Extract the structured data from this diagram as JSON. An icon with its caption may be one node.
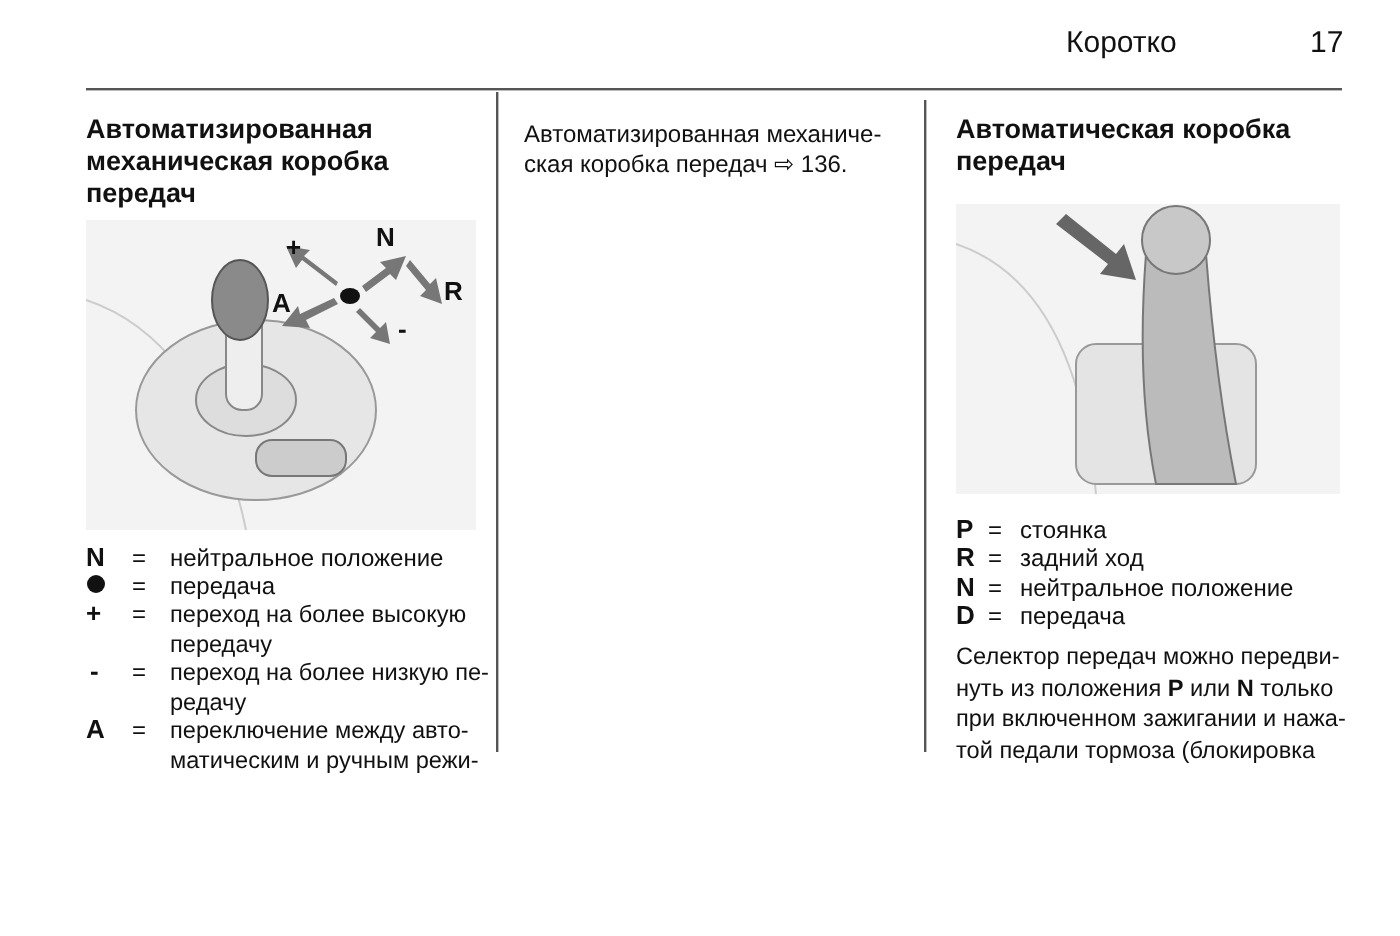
{
  "diagram": {
    "labels": [
      "Коротко",
      "17",
      "Автоматизированная механическая коробка передач",
      "+",
      "N",
      "R",
      "A",
      "-",
      "N",
      "=",
      "нейтральное положение",
      "=",
      "передача",
      "+",
      "=",
      "переход на более высокую передачу",
      "-",
      "=",
      "переход на более низкую пе- редачу",
      "A",
      "=",
      "переключение между авто- матическим и ручным режи-",
      "Автоматизированная механиче- ская коробка передач ⇨ 136.",
      "Автоматическая коробка передач",
      "P",
      "=",
      "стоянка",
      "R",
      "=",
      "задний ход",
      "N",
      "=",
      "нейтральное положение",
      "D",
      "=",
      "передача",
      "Селектор передач можно передви- нуть из положения **P** или **N** только при включенном зажигании и нажа- той педали тормоза (блокировка"
    ]
  }
}
